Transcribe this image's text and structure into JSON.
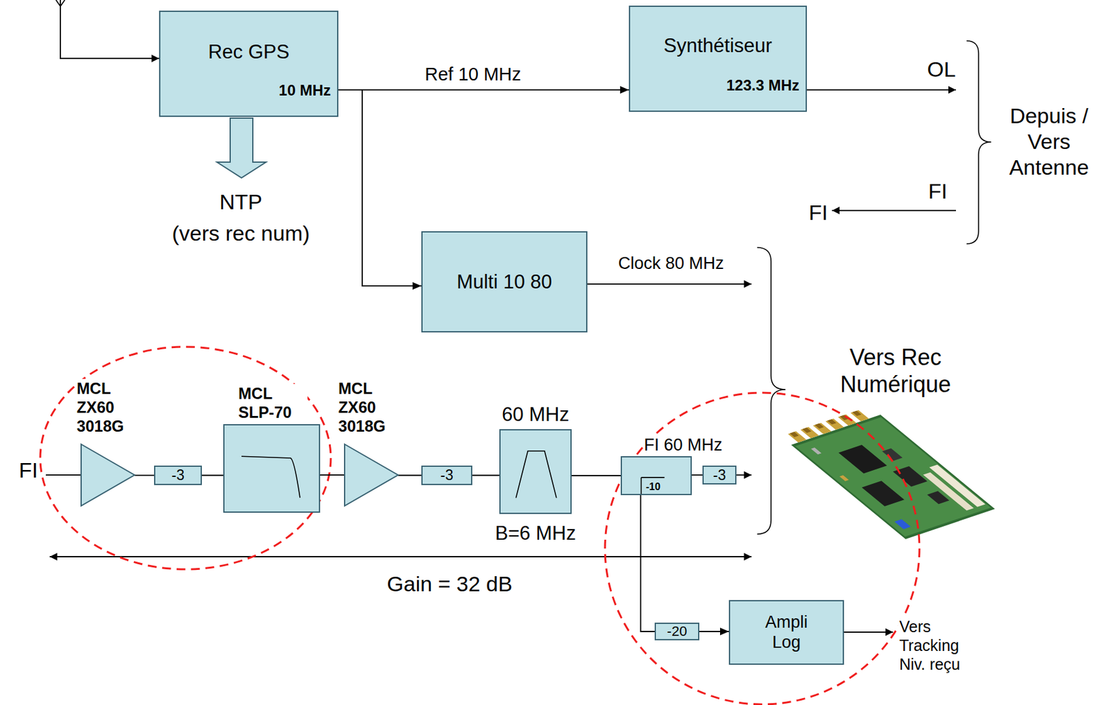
{
  "diagram": {
    "nodes": [
      {
        "text": [
          "Rec GPS",
          "10 MHz"
        ]
      },
      {
        "text": [
          "Synthétiseur",
          "123.3 MHz"
        ]
      },
      {
        "text": [
          "Multi 10 80"
        ]
      },
      {
        "text": [
          "MCL ZX60 3018G"
        ]
      },
      {
        "text": [
          "-3"
        ]
      },
      {
        "text": [
          "MCL SLP-70"
        ]
      },
      {
        "text": [
          "MCL ZX60 3018G"
        ]
      },
      {
        "text": [
          "-3"
        ]
      },
      {
        "text": [
          "60 MHz",
          "B=6 MHz"
        ]
      },
      {
        "text": [
          "FI 60 MHz",
          "-10"
        ]
      },
      {
        "text": [
          "-3"
        ]
      },
      {
        "text": [
          "-20"
        ]
      },
      {
        "text": [
          "Ampli Log"
        ]
      }
    ],
    "edges": [
      {
        "from": 0,
        "to": 1,
        "arrow": "to",
        "label": "Ref 10 MHz"
      },
      {
        "from": 0,
        "to": 2,
        "arrow": "to"
      },
      {
        "from": 3,
        "to": 4,
        "arrow": "none"
      },
      {
        "from": 4,
        "to": 5,
        "arrow": "none"
      },
      {
        "from": 5,
        "to": 6,
        "arrow": "none"
      },
      {
        "from": 6,
        "to": 7,
        "arrow": "none"
      },
      {
        "from": 7,
        "to": 8,
        "arrow": "none"
      },
      {
        "from": 8,
        "to": 9,
        "arrow": "none"
      },
      {
        "from": 9,
        "to": 10,
        "arrow": "none"
      },
      {
        "from": 9,
        "to": 11,
        "arrow": "none"
      },
      {
        "from": 11,
        "to": 12,
        "arrow": "to"
      }
    ],
    "labels": [
      "OL",
      "FI",
      "Depuis / Vers Antenne",
      "FI",
      "NTP",
      "(vers rec num)",
      "Clock 80 MHz",
      "Vers Rec Numérique",
      "FI",
      "Gain = 32 dB",
      "Vers Tracking Niv. reçu"
    ]
  }
}
